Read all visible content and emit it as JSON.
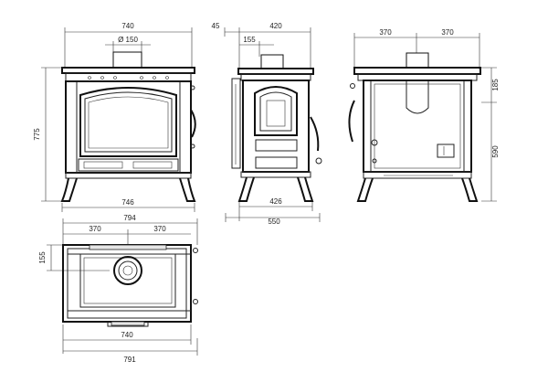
{
  "front": {
    "top_width": "740",
    "flue_diameter": "Ø 150",
    "height": "775",
    "bottom_width": "746"
  },
  "side": {
    "offset": "45",
    "depth_top": "420",
    "flue_offset": "155",
    "leg_depth": "426",
    "total_depth": "550"
  },
  "back": {
    "left_half": "370",
    "right_half": "370",
    "top_height": "185",
    "outlet_height": "590"
  },
  "plan": {
    "width_top": "794",
    "left_half": "370",
    "right_half": "370",
    "flue_offset": "155",
    "width_bottom": "740",
    "width_overall": "791"
  }
}
